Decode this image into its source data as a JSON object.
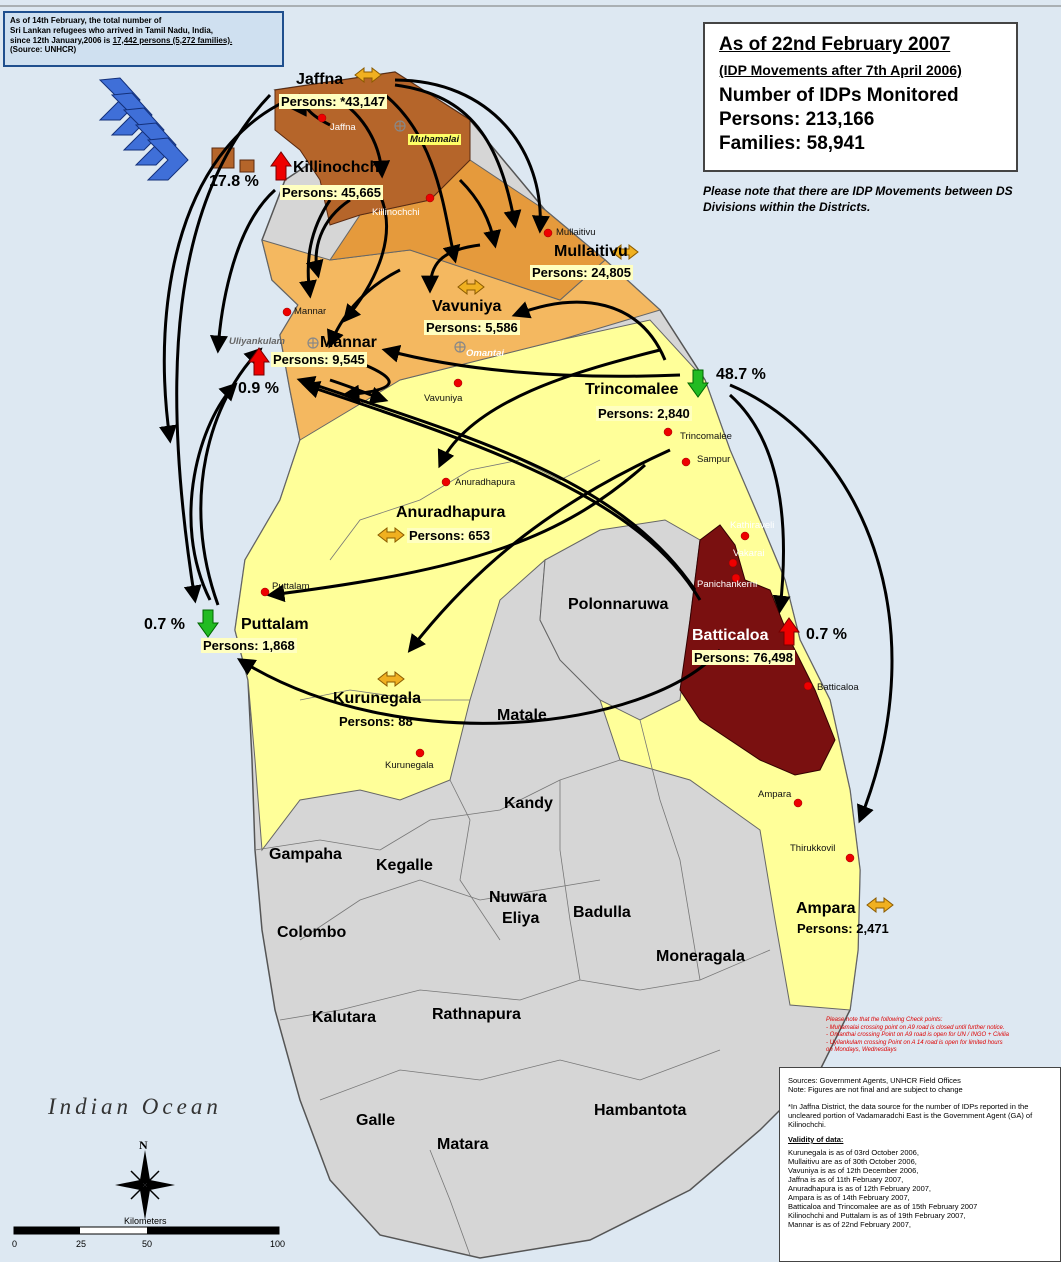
{
  "refugee_note": {
    "line1": "As of 14th February, the total number of",
    "line2": "Sri Lankan refugees who arrived in Tamil Nadu, India,",
    "line3a": "since 12th January,2006 is ",
    "line3b": "17,442 persons (5,272 families).",
    "line4": "(Source: UNHCR)"
  },
  "summary": {
    "date": "As of 22nd February 2007",
    "subtitle": "(IDP Movements after 7th April 2006)",
    "heading": "Number of IDPs Monitored",
    "persons": "Persons:  213,166",
    "families": "Families:  58,941"
  },
  "movement_note": "Please note that there are IDP Movements between DS Divisions within the Districts.",
  "districts": [
    {
      "name": "Jaffna",
      "persons": "Persons: *43,147"
    },
    {
      "name": "Killinochchi",
      "persons": "Persons: 45,665",
      "change": "17.8 %"
    },
    {
      "name": "Mullaitivu",
      "persons": "Persons: 24,805"
    },
    {
      "name": "Vavuniya",
      "persons": "Persons: 5,586"
    },
    {
      "name": "Mannar",
      "persons": "Persons: 9,545",
      "change": "0.9 %"
    },
    {
      "name": "Trincomalee",
      "persons": "Persons: 2,840",
      "change": "48.7 %"
    },
    {
      "name": "Anuradhapura",
      "persons": "Persons: 653"
    },
    {
      "name": "Puttalam",
      "persons": "Persons: 1,868",
      "change": "0.7 %"
    },
    {
      "name": "Batticaloa",
      "persons": "Persons: 76,498",
      "change": "0.7 %"
    },
    {
      "name": "Kurunegala",
      "persons": "Persons: 88"
    },
    {
      "name": "Ampara",
      "persons": "Persons: 2,471"
    }
  ],
  "other_districts": [
    "Polonnaruwa",
    "Matale",
    "Kandy",
    "Gampaha",
    "Kegalle",
    "Nuwara",
    "Eliya",
    "Badulla",
    "Colombo",
    "Moneragala",
    "Kalutara",
    "Rathnapura",
    "Galle",
    "Matara",
    "Hambantota"
  ],
  "towns": [
    "Jaffna",
    "Muhamalai",
    "Killinochchi",
    "Mullaitivu",
    "Mannar",
    "Uliyankulam",
    "Omantai",
    "Vavuniya",
    "Trincomalee",
    "Sampur",
    "Anuradhapura",
    "Kathiraveli",
    "Vakarai",
    "Panichankerni",
    "Puttalam",
    "Batticaloa",
    "Kurunegala",
    "Ampara",
    "Thirukkovil"
  ],
  "ocean": "Indian Ocean",
  "compass": "N",
  "scale": {
    "title": "Kilometers",
    "ticks": [
      "0",
      "25",
      "50",
      "100"
    ]
  },
  "checkpoints": [
    "Please note that the following Check points:",
    "- Muhamalai crossing point on A9 road is closed until further notice.",
    "- Omanthai crossing Point on A9 road is open for UN / INGO + Civilia",
    "- Uyilankulam crossing Point on A 14 road is open for limited hours",
    "on Mondays, Wednesdays"
  ],
  "sources": {
    "line1": "Sources: Government Agents, UNHCR Field Offices",
    "line2": "Note: Figures are not final and are subject to change",
    "footnote": "*In Jaffna District, the data source for the number of IDPs reported in the uncleared portion of Vadamaradchi East is the Government Agent (GA) of Kilinochchi.",
    "validity_title": "Validity of data:",
    "validity": [
      "Kurunegala is as of 03rd October 2006,",
      "Mullaitivu are as of 30th October 2006,",
      "Vavuniya is as of 12th December 2006,",
      "Jaffna is as of 11th February 2007,",
      "Anuradhapura is as of 12th February 2007,",
      "Ampara is as of 14th February 2007,",
      "Batticaloa and Trincomalee are as of 15th February 2007",
      "Kilinochchi and Puttalam is as of 19th February 2007,",
      "Mannar is as of 22nd February 2007,"
    ]
  },
  "colors": {
    "ocean": "#dde8f2",
    "land_gray": "#d6d6d6",
    "land_yellow": "#ffff99",
    "light_orange": "#f4b860",
    "orange": "#e59a3c",
    "brown": "#b5652a",
    "dark_brown": "#7a1010",
    "increase_arrow": "#e00000",
    "decrease_arrow": "#22aa22",
    "both_arrow": "#f0b020"
  }
}
